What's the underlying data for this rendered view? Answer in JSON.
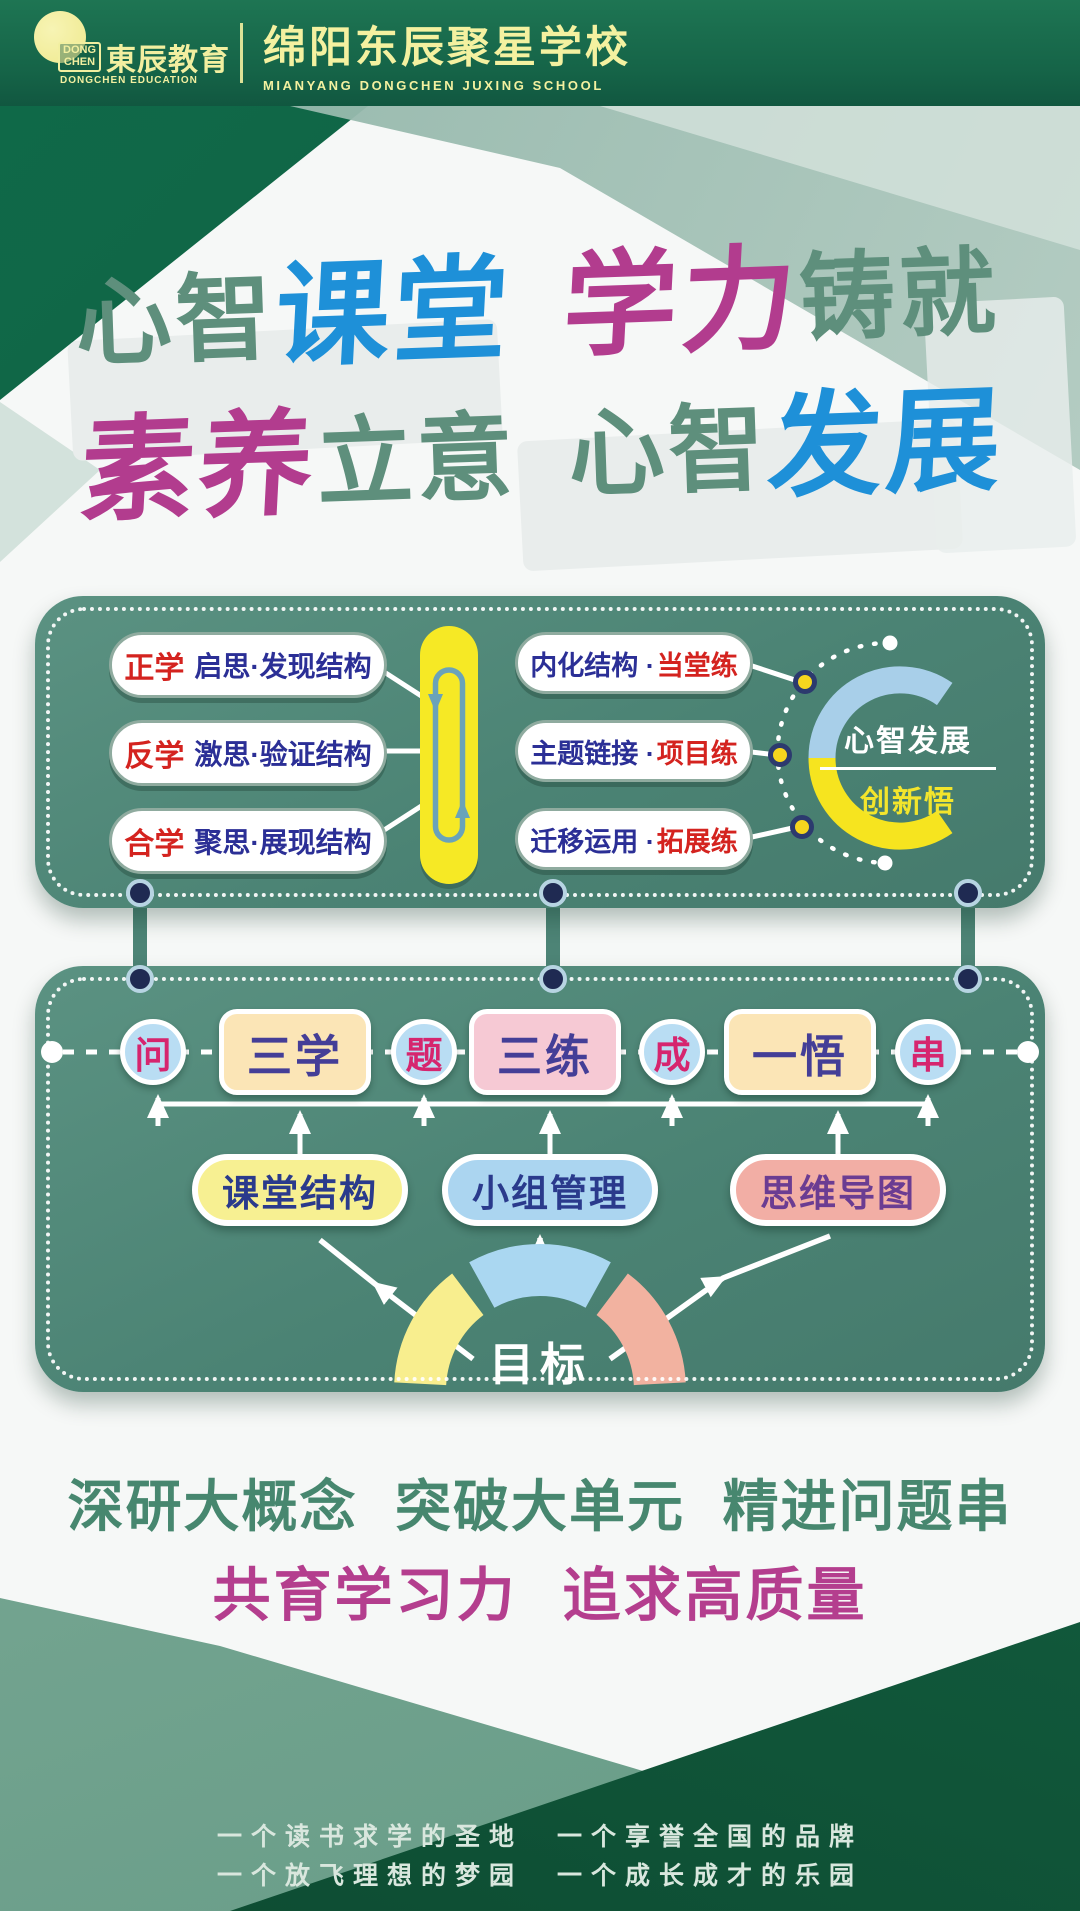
{
  "colors": {
    "header_green": "#156347",
    "panel_green": "#4b8374",
    "brand_yellow": "#f2efa0",
    "title_teal": "#5e8f7c",
    "title_blue": "#1e90d8",
    "title_magenta": "#b23c8e",
    "pill_red": "#d4231f",
    "pill_navy": "#2b2f96",
    "accent_yellow": "#f6e925",
    "arc_blue": "#a8cfe9",
    "circle_blue": "#b9ddf3",
    "slogan_green": "#47876f",
    "slogan_magenta": "#b43e8e"
  },
  "header": {
    "logo_badge_line1": "DONG",
    "logo_badge_line2": "CHEN",
    "brand_cn": "東辰教育",
    "brand_en": "DONGCHEN EDUCATION",
    "school_cn": "绵阳东辰聚星学校",
    "school_en": "MIANYANG DONGCHEN JUXING SCHOOL"
  },
  "title": {
    "l1": [
      {
        "t": "心智"
      },
      {
        "t": "课堂"
      },
      {
        "t": "学力"
      },
      {
        "t": "铸就"
      }
    ],
    "l2": [
      {
        "t": "素养"
      },
      {
        "t": "立意"
      },
      {
        "t": "心智"
      },
      {
        "t": "发展"
      }
    ]
  },
  "panel1": {
    "left_pills": [
      {
        "label": "正学",
        "desc": "启思·发现结构"
      },
      {
        "label": "反学",
        "desc": "激思·验证结构"
      },
      {
        "label": "合学",
        "desc": "聚思·展现结构"
      }
    ],
    "right_pills": [
      {
        "main": "内化结构 ·",
        "practice": "当堂练"
      },
      {
        "main": "主题链接 ·",
        "practice": "项目练"
      },
      {
        "main": "迁移运用 ·",
        "practice": "拓展练"
      }
    ],
    "hub": {
      "line1": "心智发展",
      "line2": "创新悟"
    }
  },
  "panel2": {
    "flow": [
      {
        "t": "问"
      },
      {
        "t": "三学"
      },
      {
        "t": "题"
      },
      {
        "t": "三练"
      },
      {
        "t": "成"
      },
      {
        "t": "一悟"
      },
      {
        "t": "串"
      }
    ],
    "methods": [
      {
        "t": "课堂结构"
      },
      {
        "t": "小组管理"
      },
      {
        "t": "思维导图"
      }
    ],
    "goal": "目标"
  },
  "slogans": {
    "line1": "深研大概念 突破大单元 精进问题串",
    "line2": "共育学习力 追求高质量"
  },
  "footer": {
    "line1": "一个读书求学的圣地　一个享誉全国的品牌",
    "line2": "一个放飞理想的梦园　一个成长成才的乐园"
  }
}
